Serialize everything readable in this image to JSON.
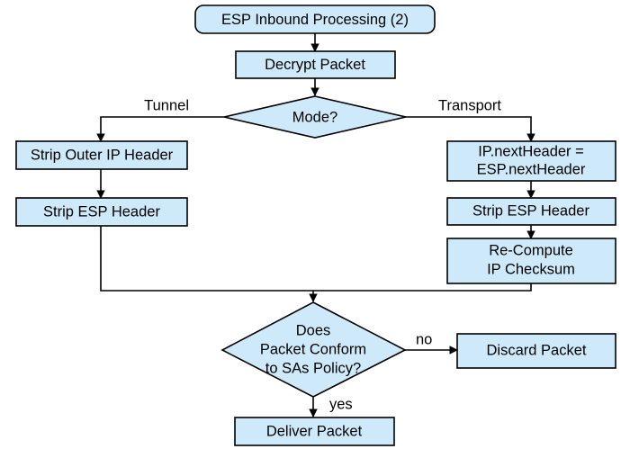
{
  "diagram": {
    "title": "ESP Inbound Processing (2)",
    "type": "flowchart",
    "background_color": "#ffffff",
    "node_fill_color": "#cde9fa",
    "node_stroke_color": "#000000",
    "text_color": "#000000"
  },
  "nodes": {
    "start": {
      "label": "ESP Inbound Processing (2)",
      "shape": "terminator"
    },
    "decrypt": {
      "label": "Decrypt Packet",
      "shape": "process"
    },
    "mode": {
      "label": "Mode?",
      "shape": "decision"
    },
    "strip_outer_ip": {
      "label": "Strip Outer IP Header",
      "shape": "process"
    },
    "strip_esp_tunnel": {
      "label": "Strip ESP Header",
      "shape": "process"
    },
    "next_header": {
      "label_line1": "IP.nextHeader =",
      "label_line2": "ESP.nextHeader",
      "shape": "process"
    },
    "strip_esp_transport": {
      "label": "Strip ESP Header",
      "shape": "process"
    },
    "recompute": {
      "label_line1": "Re-Compute",
      "label_line2": "IP Checksum",
      "shape": "process"
    },
    "conform": {
      "label_line1": "Does",
      "label_line2": "Packet Conform",
      "label_line3": "to SAs Policy?",
      "shape": "decision"
    },
    "discard": {
      "label": "Discard Packet",
      "shape": "process"
    },
    "deliver": {
      "label": "Deliver Packet",
      "shape": "process"
    }
  },
  "edge_labels": {
    "tunnel": "Tunnel",
    "transport": "Transport",
    "no": "no",
    "yes": "yes"
  }
}
